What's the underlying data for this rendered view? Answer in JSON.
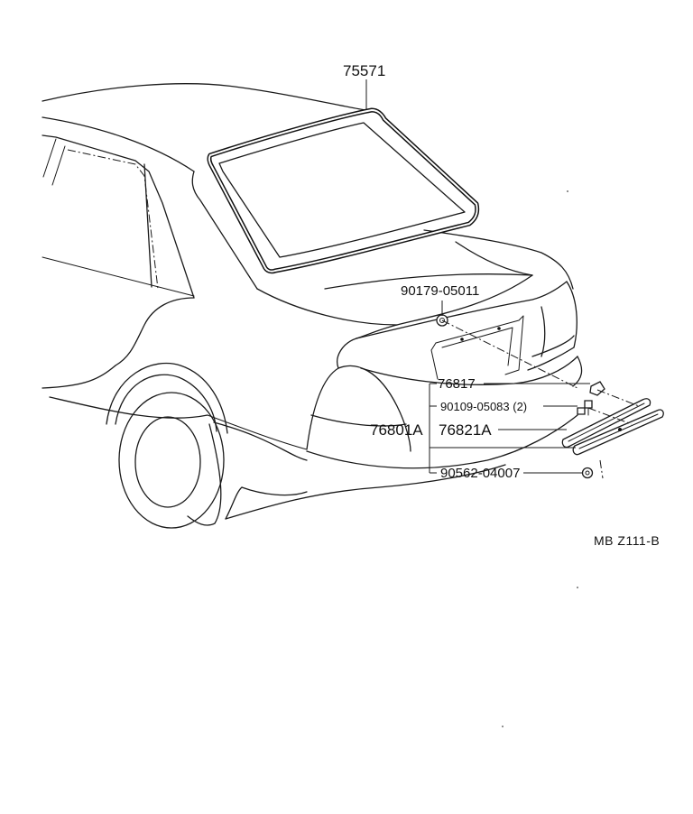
{
  "diagram": {
    "labels": {
      "p75571": "75571",
      "p90179": "90179-05011",
      "p76817": "76817",
      "p90109": "90109-05083 (2)",
      "p76801A": "76801A",
      "p76821A": "76821A",
      "p90562": "90562-04007"
    },
    "figure_code": "MB  Z111-B"
  }
}
